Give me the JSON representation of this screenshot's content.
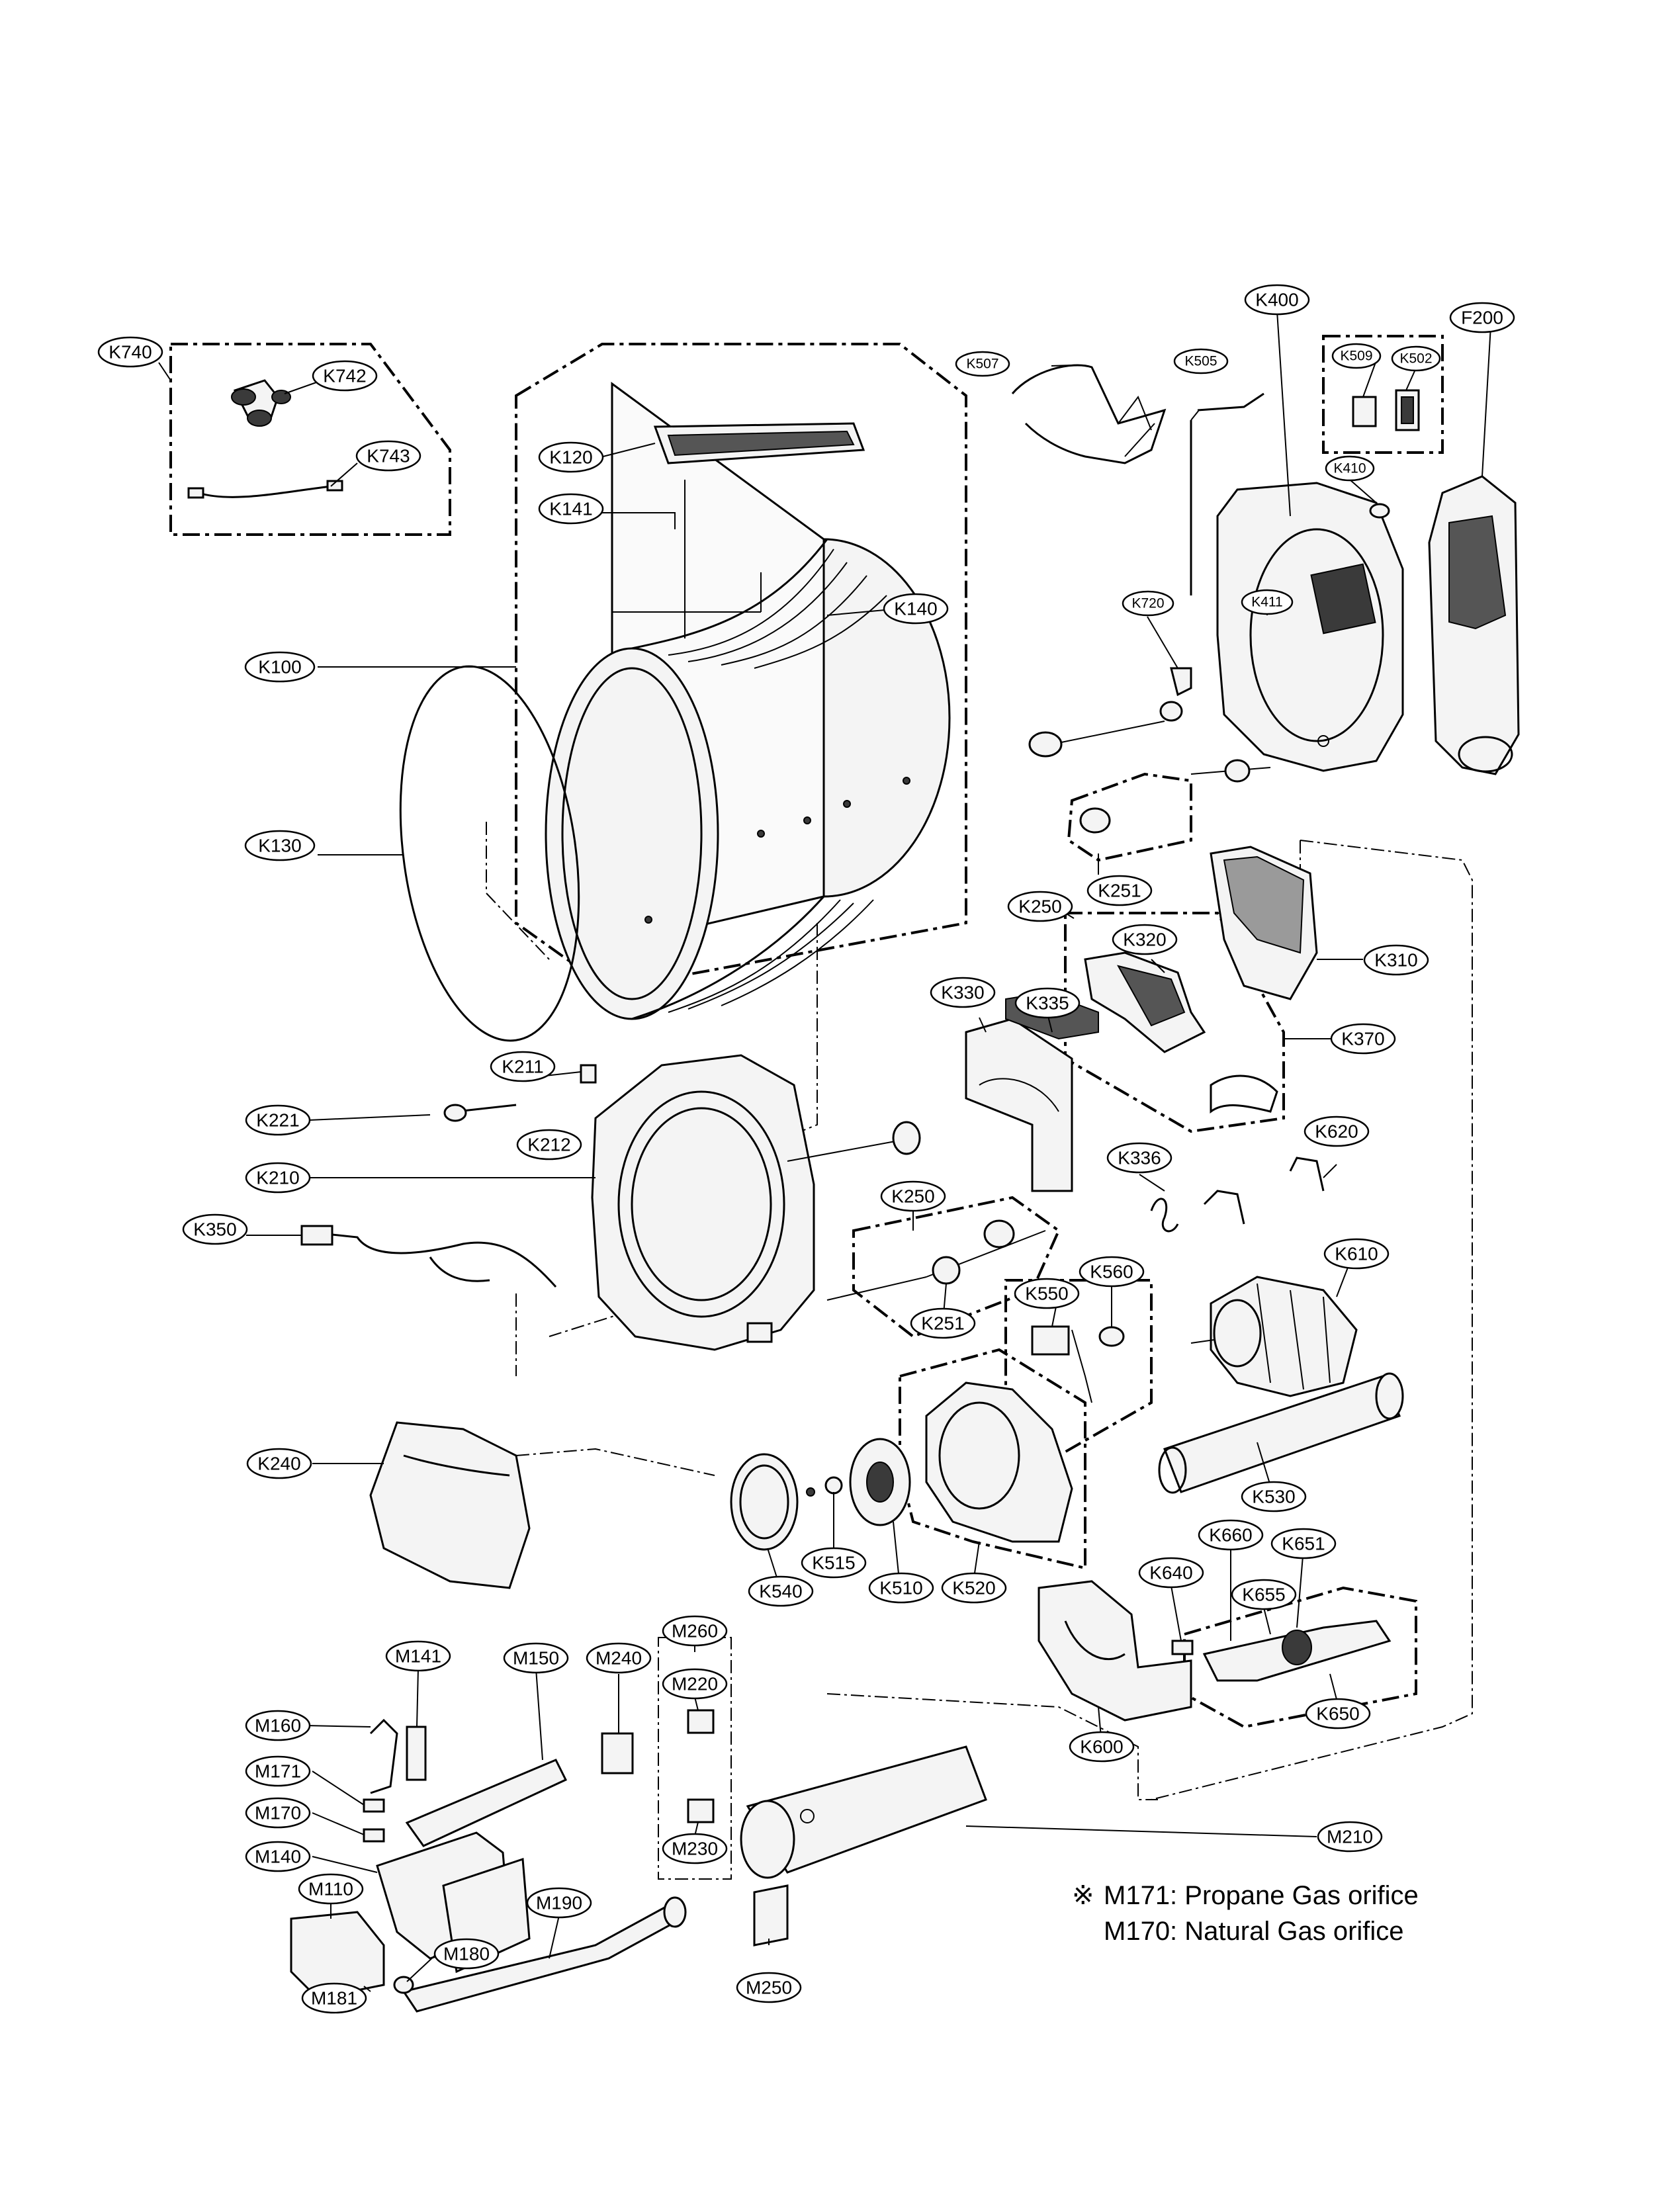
{
  "labels": {
    "K740": "K740",
    "K742": "K742",
    "K743": "K743",
    "K120": "K120",
    "K141": "K141",
    "K140": "K140",
    "K100": "K100",
    "K130": "K130",
    "K507": "K507",
    "K505": "K505",
    "K400": "K400",
    "K509": "K509",
    "K502": "K502",
    "F200": "F200",
    "K410": "K410",
    "K720": "K720",
    "K411": "K411",
    "K251a": "K251",
    "K250a": "K250",
    "K310": "K310",
    "K320": "K320",
    "K330": "K330",
    "K335": "K335",
    "K370": "K370",
    "K211": "K211",
    "K221": "K221",
    "K212": "K212",
    "K210": "K210",
    "K350": "K350",
    "K336": "K336",
    "K620": "K620",
    "K250b": "K250",
    "K251b": "K251",
    "K610": "K610",
    "K560": "K560",
    "K550": "K550",
    "K240": "K240",
    "K530": "K530",
    "K515": "K515",
    "K540": "K540",
    "K510": "K510",
    "K520": "K520",
    "K660": "K660",
    "K651": "K651",
    "K640": "K640",
    "K655": "K655",
    "K650": "K650",
    "K600": "K600",
    "M260": "M260",
    "M141": "M141",
    "M150": "M150",
    "M240": "M240",
    "M220": "M220",
    "M160": "M160",
    "M171": "M171",
    "M170": "M170",
    "M140": "M140",
    "M110": "M110",
    "M190": "M190",
    "M180": "M180",
    "M181": "M181",
    "M230": "M230",
    "M210": "M210",
    "M250": "M250"
  },
  "note": {
    "symbol": "※",
    "line1": "M171: Propane Gas orifice",
    "line2": "M170: Natural Gas orifice"
  }
}
